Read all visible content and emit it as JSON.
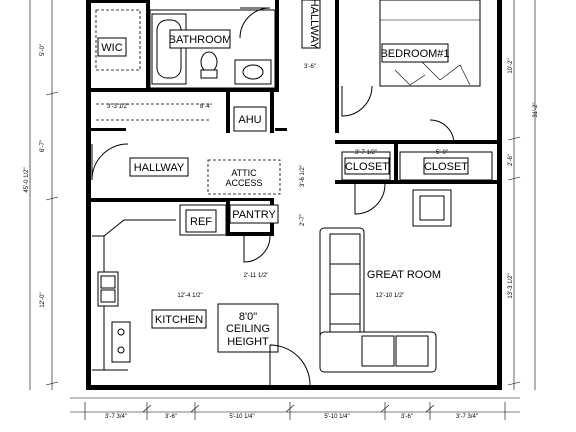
{
  "rooms": {
    "wic": "WIC",
    "bathroom": "BATHROOM",
    "hallway_top": "HALLWAY",
    "bedroom": "BEDROOM#1",
    "ahu": "AHU",
    "hallway_left": "HALLWAY",
    "attic_line1": "ATTIC",
    "attic_line2": "ACCESS",
    "closet_a": "CLOSET",
    "closet_b": "CLOSET",
    "ref": "REF",
    "pantry": "PANTRY",
    "great_room": "GREAT ROOM",
    "kitchen": "KITCHEN",
    "ceiling_line1": "8'0\"",
    "ceiling_line2": "CEILING",
    "ceiling_line3": "HEIGHT"
  },
  "dimensions": {
    "d_5_0_left": "5'-0\"",
    "d_45_0_half": "45'-0 1/2\"",
    "d_6_7": "6'-7\"",
    "d_12_0": "12'-0\"",
    "d_3_3_half": "3'-3 1/2\"",
    "d_8_4": "8'-4\"",
    "d_3_6_top": "3'-6\"",
    "d_3_6_half": "3'-6 1/2\"",
    "d_3_7_half": "3'-7 1/2\"",
    "d_5_0_closet": "5'-0\"",
    "d_2_7": "2'-7\"",
    "d_2_11_half": "2'-11 1/2\"",
    "d_12_4_half": "12'-4 1/2\"",
    "d_12_10_half": "12'-10 1/2\"",
    "d_10_2": "10'-2\"",
    "d_31_2": "31'-2\"",
    "d_2_6": "2'-6\"",
    "d_13_3_half": "13'-3 1/2\"",
    "b_3_7_3q_left": "3'-7 3/4\"",
    "b_3_6_left": "3'-6\"",
    "b_5_10_q_left": "5'-10 1/4\"",
    "b_5_10_q_right": "5'-10 1/4\"",
    "b_3_6_right": "3'-6\"",
    "b_3_7_3q_right": "3'-7 3/4\""
  }
}
